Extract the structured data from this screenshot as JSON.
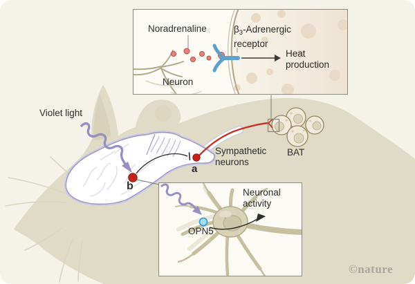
{
  "figure": {
    "credit": "©nature"
  },
  "labels": {
    "violet_light": "Violet light",
    "sympathetic_neurons": "Sympathetic neurons",
    "bat": "BAT",
    "point_a": "a",
    "point_b": "b"
  },
  "inset_top": {
    "noradrenaline": "Noradrenaline",
    "receptor_beta": "β",
    "receptor_sub": "3",
    "receptor_rest": "-Adrenergic receptor",
    "heat_production": "Heat production",
    "neuron": "Neuron"
  },
  "inset_bottom": {
    "opn5": "OPN5",
    "neuronal_activity": "Neuronal activity"
  },
  "colors": {
    "background": "#f4f3e9",
    "mouse_body": "#e0dbc6",
    "violet_light": "#968fc2",
    "signal_red": "#c23527",
    "receptor_blue": "#5fa0cc",
    "opn5_blue": "#a8dcf2",
    "noradrenaline_dot": "#e4837a",
    "brain_outline": "#9a97c5",
    "text": "#2c2c2c",
    "credit_gray": "#a9a79b"
  }
}
